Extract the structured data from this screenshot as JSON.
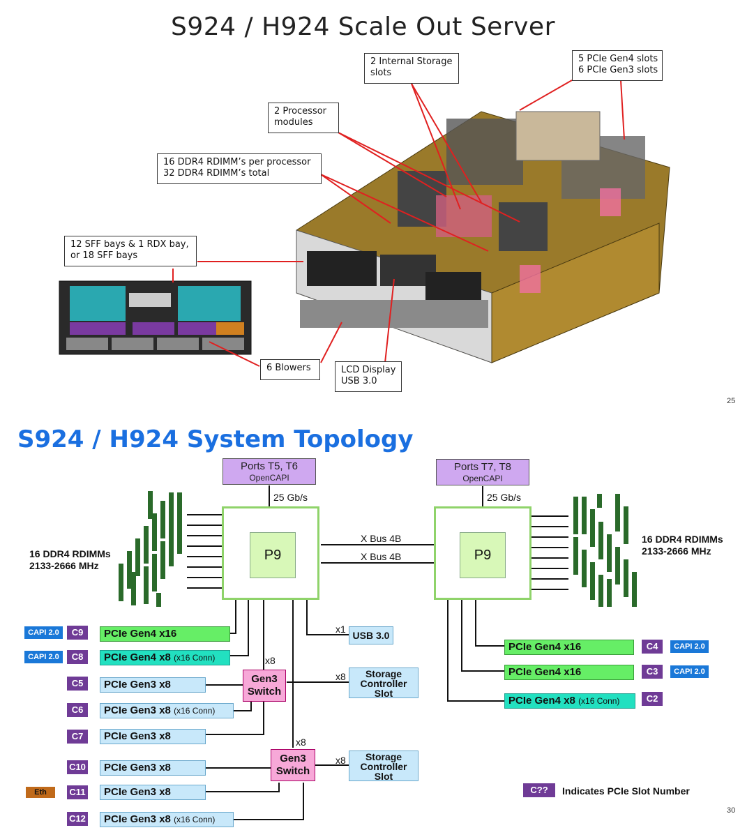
{
  "slide1": {
    "title": "S924 / H924 Scale Out Server",
    "callouts": {
      "storage": [
        "2 Internal Storage",
        "slots"
      ],
      "pcie": [
        "5 PCIe Gen4 slots",
        "6 PCIe Gen3 slots"
      ],
      "processor": [
        "2 Processor",
        "modules"
      ],
      "ddr": [
        "16 DDR4 RDIMM’s per processor",
        "32 DDR4 RDIMM’s total"
      ],
      "sff": [
        "12 SFF bays & 1 RDX bay,",
        "or  18 SFF bays"
      ],
      "blowers": [
        "6 Blowers"
      ],
      "lcd": [
        "LCD Display",
        "USB 3.0"
      ]
    },
    "page_number": "25"
  },
  "slide2": {
    "title": "S924 / H924 System Topology",
    "ports_left": {
      "line1": "Ports T5, T6",
      "line2": "OpenCAPI"
    },
    "ports_right": {
      "line1": "Ports T7, T8",
      "line2": "OpenCAPI"
    },
    "speed_left": "25 Gb/s",
    "speed_right": "25 Gb/s",
    "chip_left": "P9",
    "chip_right": "P9",
    "xbus": [
      "X Bus 4B",
      "X Bus 4B"
    ],
    "dimm_left": [
      "16 DDR4 RDIMMs",
      "2133-2666 MHz"
    ],
    "dimm_right": [
      "16 DDR4 RDIMMs",
      "2133-2666 MHz"
    ],
    "usb": "USB 3.0",
    "x1": "x1",
    "x8": "x8",
    "switch": [
      "Gen3",
      "Switch"
    ],
    "storage": [
      "Storage",
      "Controller",
      "Slot"
    ],
    "left_slots": [
      {
        "slot": "C9",
        "label": "PCIe Gen4 x16",
        "conn": "",
        "capi": "CAPI 2.0",
        "eth": ""
      },
      {
        "slot": "C8",
        "label": "PCIe Gen4 x8",
        "conn": "(x16 Conn)",
        "capi": "CAPI 2.0",
        "eth": ""
      },
      {
        "slot": "C5",
        "label": "PCIe Gen3 x8",
        "conn": "",
        "capi": "",
        "eth": ""
      },
      {
        "slot": "C6",
        "label": "PCIe Gen3 x8",
        "conn": "(x16 Conn)",
        "capi": "",
        "eth": ""
      },
      {
        "slot": "C7",
        "label": "PCIe Gen3 x8",
        "conn": "",
        "capi": "",
        "eth": ""
      },
      {
        "slot": "C10",
        "label": "PCIe Gen3 x8",
        "conn": "",
        "capi": "",
        "eth": ""
      },
      {
        "slot": "C11",
        "label": "PCIe Gen3 x8",
        "conn": "",
        "capi": "",
        "eth": "Eth"
      },
      {
        "slot": "C12",
        "label": "PCIe Gen3 x8",
        "conn": "(x16 Conn)",
        "capi": "",
        "eth": ""
      }
    ],
    "right_slots": [
      {
        "slot": "C4",
        "label": "PCIe Gen4 x16",
        "conn": "",
        "capi": "CAPI 2.0"
      },
      {
        "slot": "C3",
        "label": "PCIe Gen4 x16",
        "conn": "",
        "capi": "CAPI 2.0"
      },
      {
        "slot": "C2",
        "label": "PCIe Gen4 x8",
        "conn": "(x16 Conn)",
        "capi": ""
      }
    ],
    "legend_slot": "C??",
    "legend_text": "Indicates PCIe Slot Number",
    "page_number": "30"
  }
}
